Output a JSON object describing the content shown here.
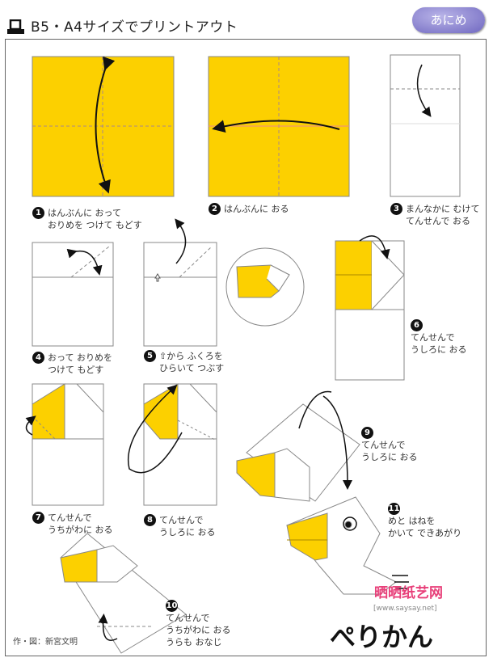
{
  "header": {
    "title": "B5・A4サイズでプリントアウト",
    "anime_button": "あにめ"
  },
  "steps": [
    {
      "num": "1",
      "lines": [
        "はんぶんに おって",
        "おりめを つけて もどす"
      ]
    },
    {
      "num": "2",
      "lines": [
        "はんぶんに おる"
      ]
    },
    {
      "num": "3",
      "lines": [
        "まんなかに むけて",
        "てんせんで おる"
      ]
    },
    {
      "num": "4",
      "lines": [
        "おって おりめを",
        "つけて もどす"
      ]
    },
    {
      "num": "5",
      "lines": [
        "⇧から ふくろを",
        "ひらいて つぶす"
      ]
    },
    {
      "num": "6",
      "lines": [
        "てんせんで",
        "うしろに おる"
      ]
    },
    {
      "num": "7",
      "lines": [
        "てんせんで",
        "うちがわに おる"
      ]
    },
    {
      "num": "8",
      "lines": [
        "てんせんで",
        "うしろに おる"
      ]
    },
    {
      "num": "9",
      "lines": [
        "てんせんで",
        "うしろに おる"
      ]
    },
    {
      "num": "10",
      "lines": [
        "てんせんで",
        "うちがわに おる",
        "うらも おなじ"
      ]
    },
    {
      "num": "11",
      "lines": [
        "めと はねを",
        "かいて できあがり"
      ]
    }
  ],
  "credit": "作・図：新宮文明",
  "model_name": "ぺりかん",
  "watermark": {
    "name": "晒晒纸艺网",
    "url": "[www.saysay.net]"
  },
  "colors": {
    "paper": "#fcd000",
    "outline": "#777777"
  }
}
